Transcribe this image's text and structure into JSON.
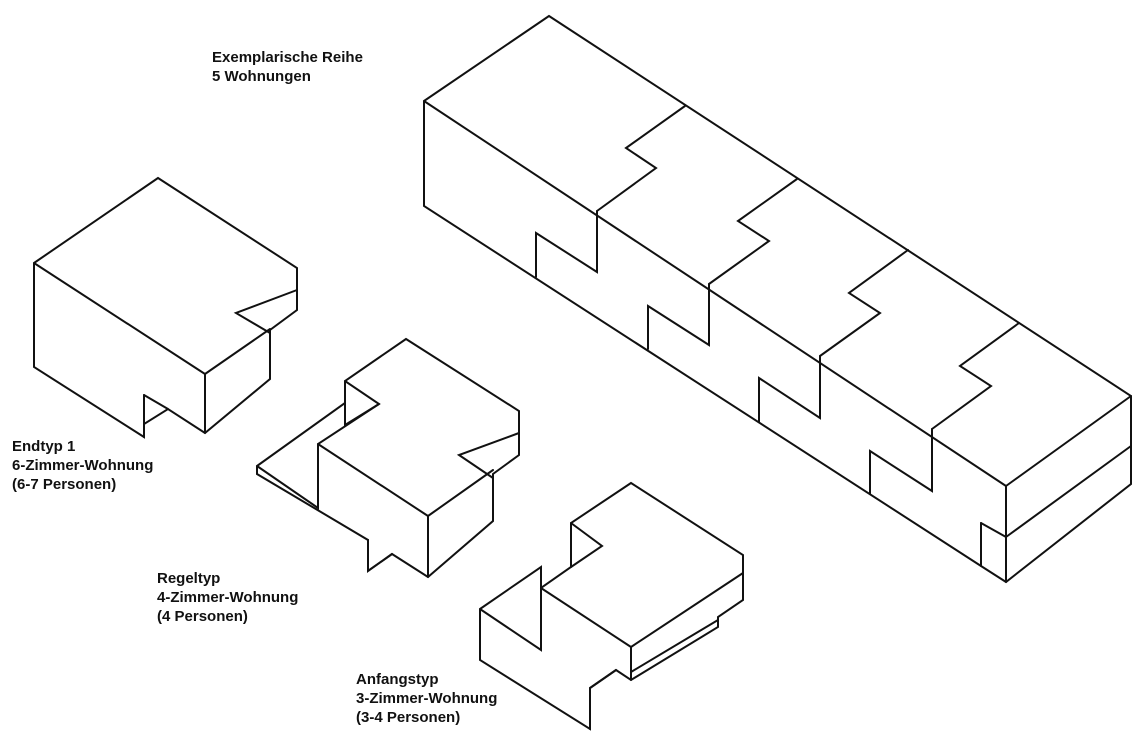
{
  "labels": {
    "row": {
      "line1": "Exemplarische Reihe",
      "line2": "5 Wohnungen"
    },
    "end_type": {
      "line1": "Endtyp 1",
      "line2": "6-Zimmer-Wohnung",
      "line3": "(6-7 Personen)"
    },
    "regular_type": {
      "line1": "Regeltyp",
      "line2": "4-Zimmer-Wohnung",
      "line3": "(4 Personen)"
    },
    "start_type": {
      "line1": "Anfangstyp",
      "line2": "3-Zimmer-Wohnung",
      "line3": "(3-4 Personen)"
    }
  },
  "colors": {
    "line": "#111111",
    "background": "#ffffff"
  }
}
